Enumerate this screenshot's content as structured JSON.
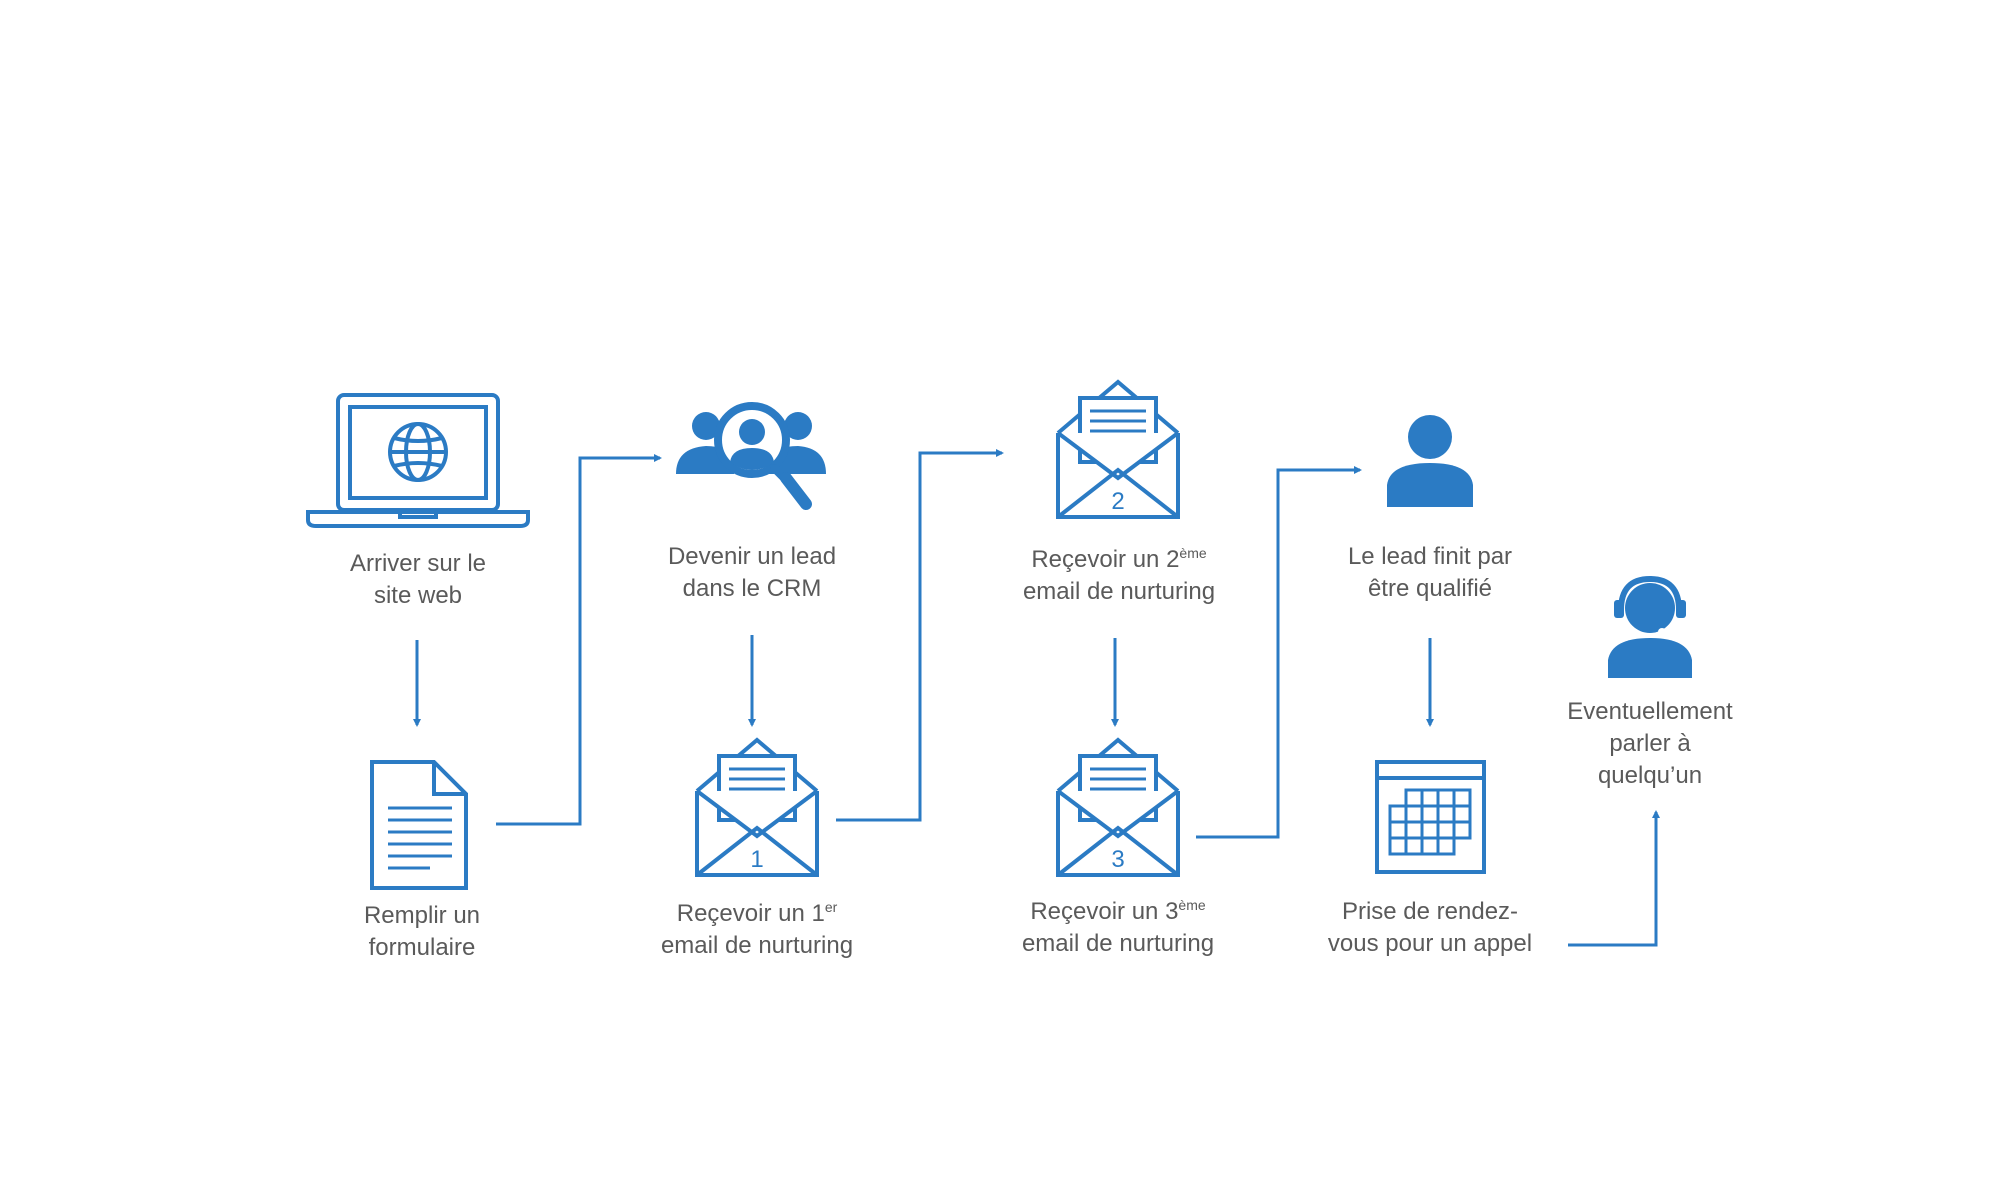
{
  "colors": {
    "accent": "#2b7bc4",
    "text": "#5a5a5a",
    "background": "#ffffff"
  },
  "steps": [
    {
      "id": "website",
      "icon": "laptop-globe-icon",
      "line1": "Arriver sur le",
      "line2": "site web"
    },
    {
      "id": "form",
      "icon": "document-icon",
      "line1": "Remplir un",
      "line2": "formulaire"
    },
    {
      "id": "lead",
      "icon": "people-search-icon",
      "line1": "Devenir un lead",
      "line2": "dans le CRM"
    },
    {
      "id": "email1",
      "icon": "envelope-open-icon",
      "number": "1",
      "line1_pre": "Reçevoir un 1",
      "line1_sup": "er",
      "line2": "email de nurturing"
    },
    {
      "id": "email2",
      "icon": "envelope-open-icon",
      "number": "2",
      "line1_pre": "Reçevoir un 2",
      "line1_sup": "ème",
      "line2": "email de nurturing"
    },
    {
      "id": "email3",
      "icon": "envelope-open-icon",
      "number": "3",
      "line1_pre": "Reçevoir un 3",
      "line1_sup": "ème",
      "line2": "email de nurturing"
    },
    {
      "id": "qualified",
      "icon": "person-icon",
      "line1": "Le lead finit par",
      "line2": "être qualifié"
    },
    {
      "id": "meeting",
      "icon": "calendar-icon",
      "line1": "Prise de rendez-",
      "line2": "vous pour un appel"
    },
    {
      "id": "talk",
      "icon": "headset-agent-icon",
      "line1": "Eventuellement",
      "line2": "parler à",
      "line3": "quelqu’un"
    }
  ]
}
